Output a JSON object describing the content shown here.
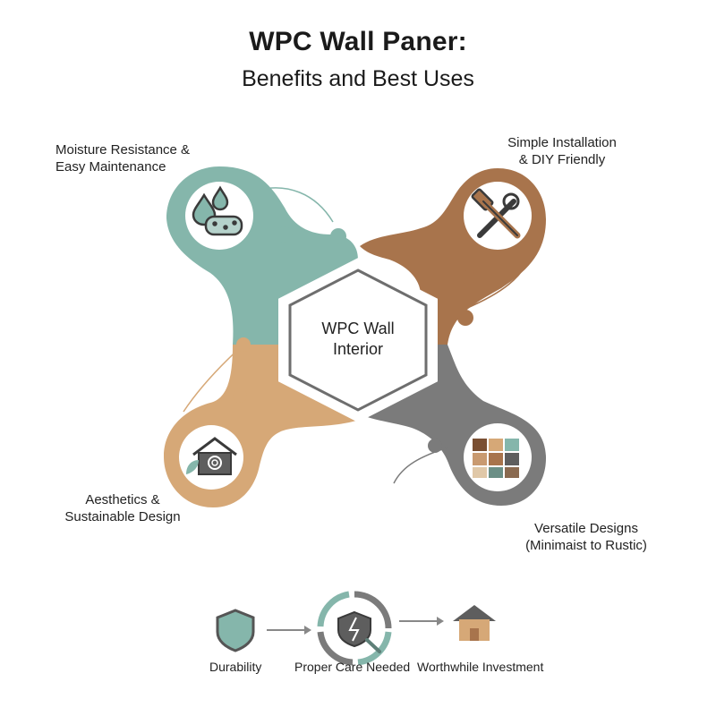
{
  "header": {
    "title": "WPC Wall Paner:",
    "subtitle": "Benefits and Best Uses"
  },
  "center": {
    "line1": "WPC Wall",
    "line2": "Interior"
  },
  "petals": [
    {
      "line1": "Moisture Resistance &",
      "line2": "Easy Maintenance",
      "color": "#85b6ab",
      "icon": "water-drops-sponge-icon"
    },
    {
      "line1": "Simple Installation",
      "line2": "& DIY Friendly",
      "color": "#a8744c",
      "icon": "hammer-wrench-icon"
    },
    {
      "line1": "Aesthetics &",
      "line2": "Sustainable Design",
      "color": "#d6a877",
      "icon": "eco-house-icon"
    },
    {
      "line1": "Versatile Designs",
      "line2": "(Minimaist to Rustic)",
      "color": "#7b7b7b",
      "icon": "material-swatches-icon"
    }
  ],
  "flow": [
    {
      "label": "Durability",
      "icon": "shield-icon"
    },
    {
      "label": "Proper Care Needed",
      "icon": "care-cycle-shield-icon"
    },
    {
      "label": "Worthwhile Investment",
      "icon": "house-icon"
    }
  ]
}
